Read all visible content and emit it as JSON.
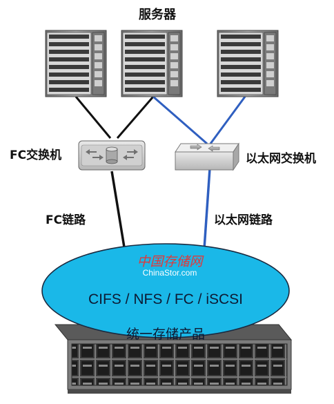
{
  "title": "服务器",
  "labels": {
    "fc_switch": "FC交换机",
    "eth_switch": "以太网交换机",
    "fc_link": "FC链路",
    "eth_link": "以太网链路"
  },
  "storage": {
    "protocols": "CIFS / NFS / FC / iSCSI",
    "product": "统一存储产品"
  },
  "watermark": {
    "cn": "中国存储网",
    "en": "ChinaStor.com"
  },
  "colors": {
    "fc_line": "#111111",
    "eth_line": "#2f5fc0",
    "ellipse_fill": "#1ab8e8",
    "server_body": "#8f8f8f"
  }
}
